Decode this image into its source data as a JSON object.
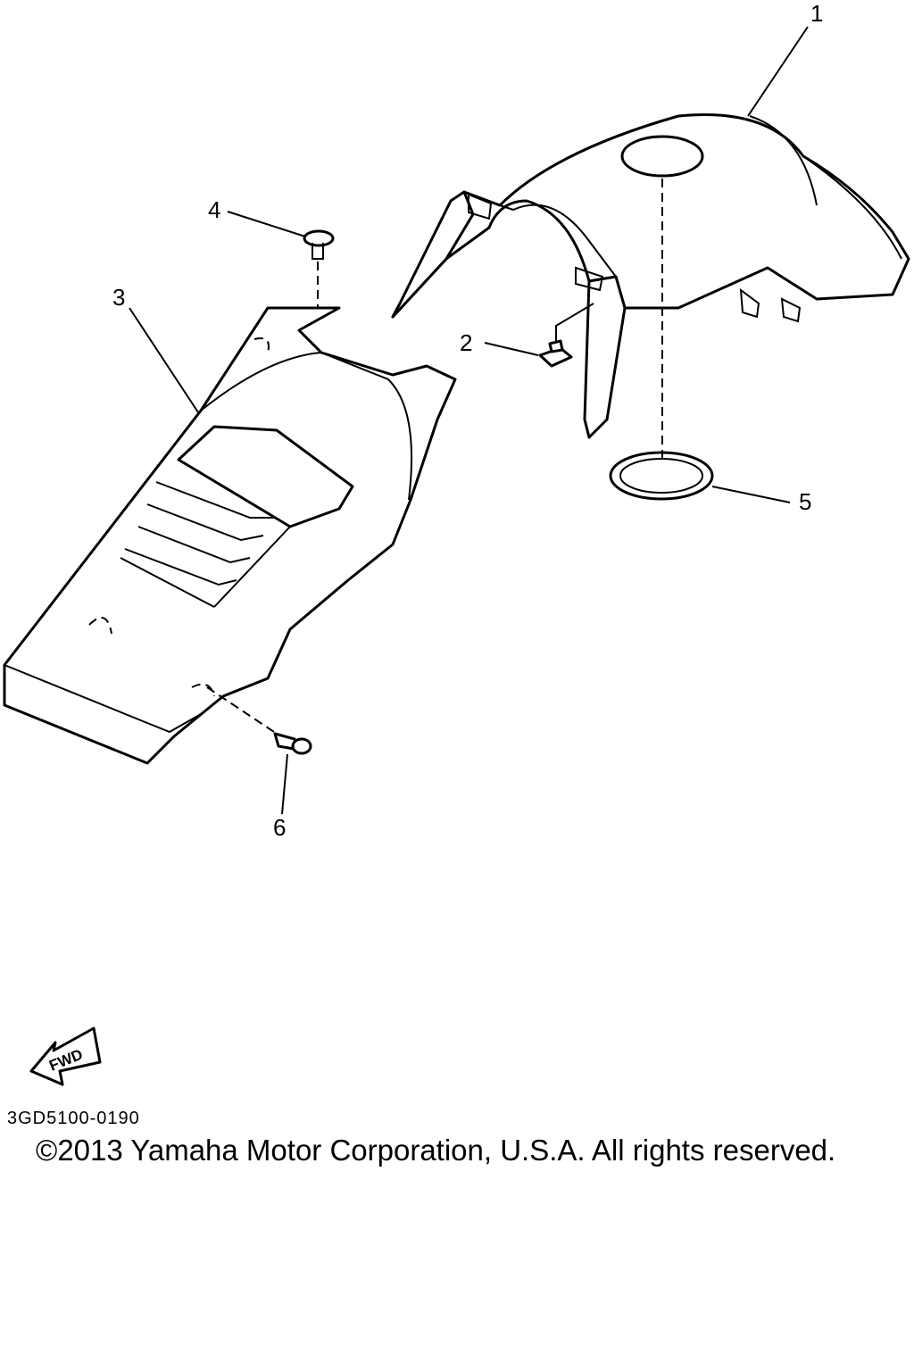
{
  "callouts": {
    "c1": "1",
    "c2": "2",
    "c3": "3",
    "c4": "4",
    "c5": "5",
    "c6": "6"
  },
  "fwd_label": "FWD",
  "ref_code": "3GD5100-0190",
  "copyright": "©2013 Yamaha Motor Corporation, U.S.A. All rights reserved."
}
